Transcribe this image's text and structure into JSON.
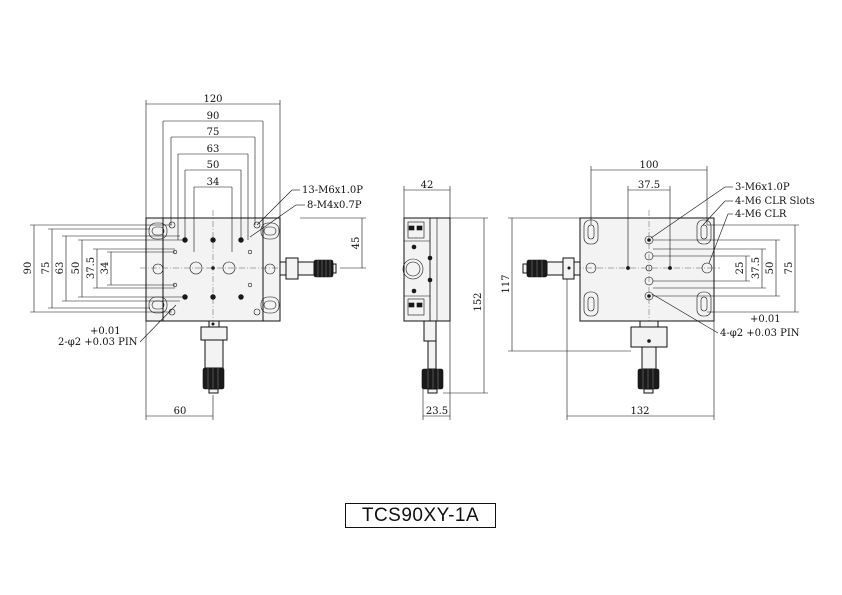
{
  "model": "TCS90XY-1A",
  "top_view": {
    "width_dims": [
      "120",
      "90",
      "75",
      "63",
      "50",
      "34"
    ],
    "height_dims": [
      "90",
      "75",
      "63",
      "50",
      "37.5",
      "34"
    ],
    "right_dim": "45",
    "bottom_dim": "60",
    "callouts": [
      "13-M6x1.0P",
      "8-M4x0.7P"
    ],
    "pin_tol": "+0.01",
    "pin_label": "2-φ2 +0.03 PIN"
  },
  "side_view": {
    "top_dim": "42",
    "height_dim": "152",
    "bottom_dim": "23.5"
  },
  "bottom_view": {
    "top_dims": [
      "100",
      "37.5"
    ],
    "left_dim": "117",
    "bottom_dim": "132",
    "right_dims": [
      "25",
      "37.5",
      "50",
      "75"
    ],
    "callouts": [
      "3-M6x1.0P",
      "4-M6 CLR Slots",
      "4-M6 CLR"
    ],
    "pin_tol": "+0.01",
    "pin_label": "4-φ2 +0.03 PIN"
  },
  "icons": [
    "adjustment-knob-icon",
    "mounting-slot-icon",
    "screw-hole-icon"
  ]
}
